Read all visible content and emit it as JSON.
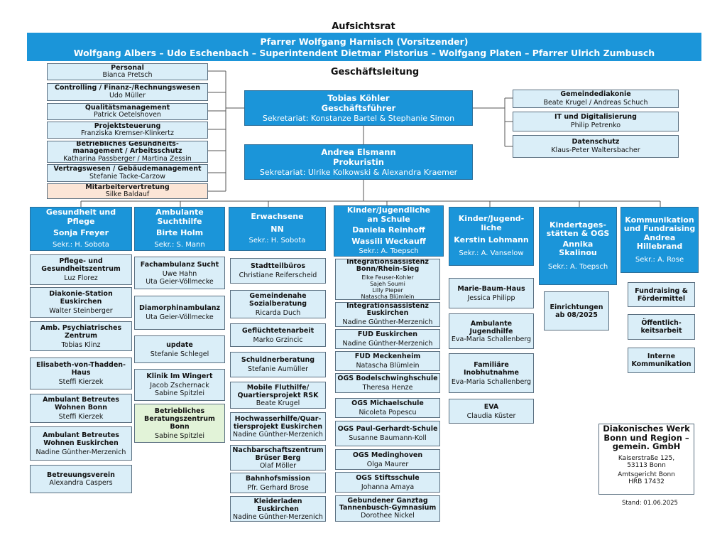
{
  "board": {
    "heading": "Aufsichtsrat",
    "line1": "Pfarrer Wolfgang Harnisch (Vorsitzender)",
    "line2": "Wolfgang Albers – Udo Eschenbach  – Superintendent Dietmar Pistorius – Wolfgang Platen – Pfarrer Ulrich Zumbusch"
  },
  "management": {
    "heading": "Geschäftsleitung",
    "ceo": {
      "name": "Tobias Köhler",
      "role": "Geschäftsführer",
      "office": "Sekretariat: Konstanze Bartel & Stephanie Simon"
    },
    "proc": {
      "name": "Andrea Elsmann",
      "role": "Prokuristin",
      "office": "Sekretariat: Ulrike Kolkowski & Alexandra Kraemer"
    }
  },
  "staff_left": [
    {
      "name": "Personal",
      "person": "Bianca Pretsch"
    },
    {
      "name": "Controlling / Finanz-/Rechnungswesen",
      "person": "Udo Müller"
    },
    {
      "name": "Qualitätsmanagement",
      "person": "Patrick Oetelshoven"
    },
    {
      "name": "Projektsteuerung",
      "person": "Franziska Kremser-Klinkertz"
    },
    {
      "name": "Betriebliches Gesundheits-management / Arbeitsschutz",
      "person": "Katharina Passberger / Martina Zessin"
    },
    {
      "name": "Vertragswesen / Gebäudemanagement",
      "person": "Stefanie Tacke-Carzow"
    },
    {
      "name": "Mitarbeitervertretung",
      "person": "Silke Baldauf"
    }
  ],
  "staff_right": [
    {
      "name": "Gemeindediakonie",
      "person": "Beate Krugel / Andreas Schuch"
    },
    {
      "name": "IT und Digitalisierung",
      "person": "Philip Petrenko"
    },
    {
      "name": "Datenschutz",
      "person": "Klaus-Peter Waltersbacher"
    }
  ],
  "columns": [
    {
      "title": [
        "Gesundheit und",
        "Pflege",
        "Sonja Freyer"
      ],
      "sekr": "Sekr.: H. Sobota",
      "items": [
        {
          "name": "Pflege- und Gesundheitszentrum",
          "person": "Luz Florez"
        },
        {
          "name": "Diakonie-Station Euskirchen",
          "person": "Walter Steinberger"
        },
        {
          "name": "Amb. Psychiatrisches Zentrum",
          "person": "Tobias Klinz"
        },
        {
          "name": "Elisabeth-von-Thadden-Haus",
          "person": "Steffi Kierzek"
        },
        {
          "name": "Ambulant Betreutes Wohnen Bonn",
          "person": "Steffi Kierzek"
        },
        {
          "name": "Ambulant Betreutes Wohnen Euskirchen",
          "person": "Nadine Günther-Merzenich"
        },
        {
          "name": "Betreuungsverein",
          "person": "Alexandra Caspers"
        }
      ]
    },
    {
      "title": [
        "Ambulante",
        "Suchthilfe",
        "Birte Holm"
      ],
      "sekr": "Sekr.: S. Mann",
      "items": [
        {
          "name": "Fachambulanz Sucht",
          "person": "Uwe Hahn",
          "person2": "Uta Geier-Völlmecke"
        },
        {
          "name": "Diamorphinambulanz",
          "person": "Uta Geier-Völlmecke"
        },
        {
          "name": "update",
          "person": "Stefanie Schlegel"
        },
        {
          "name": "Klinik Im Wingert",
          "person": "Jacob Zschernack",
          "person2": "Sabine Spitzlei"
        },
        {
          "name": "Betriebliches Beratungszentrum Bonn",
          "person": "Sabine Spitzlei"
        }
      ]
    },
    {
      "title": [
        "Erwachsene",
        "NN"
      ],
      "sekr": "Sekr.: H. Sobota",
      "items": [
        {
          "name": "Stadtteilbüros",
          "person": "Christiane Reiferscheid"
        },
        {
          "name": "Gemeindenahe Sozialberatung",
          "person": "Ricarda Duch"
        },
        {
          "name": "Geflüchtetenarbeit",
          "person": "Marko Grzincic"
        },
        {
          "name": "Schuldnerberatung",
          "person": "Stefanie Aumüller"
        },
        {
          "name": "Mobile Fluthilfe/ Quartiersprojekt RSK",
          "person": "Beate Krugel"
        },
        {
          "name": "Hochwasserhilfe/Quar-tiersprojekt Euskirchen",
          "person": "Nadine Günther-Merzenich"
        },
        {
          "name": "Nachbarschaftszentrum Brüser Berg",
          "person": "Olaf Möller"
        },
        {
          "name": "Bahnhofsmission",
          "person": "Pfr. Gerhard Brose"
        },
        {
          "name": "Kleiderladen Euskirchen",
          "person": "Nadine Günther-Merzenich"
        }
      ]
    },
    {
      "title": [
        "Kinder/Jugendliche",
        "an  Schule",
        "Daniela Reinhoff",
        "Wassili Weckauff"
      ],
      "sekr": "Sekr.: A. Toepsch",
      "items": [
        {
          "name": "Integrationsassistenz Bonn/Rhein-Sieg",
          "people": [
            "Elke Feuser-Kohler",
            "Sajeh Soumi",
            "Lilly Pieper",
            "Natascha Blümlein"
          ]
        },
        {
          "name": "Integrationsassistenz Euskirchen",
          "person": "Nadine Günther-Merzenich"
        },
        {
          "name": "FUD Euskirchen",
          "person": "Nadine Günther-Merzenich"
        },
        {
          "name": "FUD Meckenheim",
          "person": "Natascha Blümlein"
        },
        {
          "name": "OGS Bodelschwinghschule",
          "person": "Theresa Henze"
        },
        {
          "name": "OGS Michaelschule",
          "person": "Nicoleta Popescu"
        },
        {
          "name": "OGS Paul-Gerhardt-Schule",
          "person": "Susanne Baumann-Koll"
        },
        {
          "name": "OGS Medinghoven",
          "person": "Olga Maurer"
        },
        {
          "name": "OGS Stiftsschule",
          "person": "Johanna Amaya"
        },
        {
          "name": "Gebundener Ganztag Tannenbusch-Gymnasium",
          "person": "Dorothee Nickel"
        }
      ]
    },
    {
      "title": [
        "Kinder/Jugend-",
        "liche",
        "Kerstin Lohmann"
      ],
      "sekr": "Sekr.: A. Vanselow",
      "items": [
        {
          "name": "Marie-Baum-Haus",
          "person": "Jessica Philipp"
        },
        {
          "name": "Ambulante Jugendhilfe",
          "person": "Eva-Maria Schallenberg"
        },
        {
          "name": "Familiäre Inobhutnahme",
          "person": "Eva-Maria Schallenberg"
        },
        {
          "name": "EVA",
          "person": "Claudia Küster"
        }
      ]
    },
    {
      "title": [
        "Kindertages-",
        "stätten & OGS",
        "Annika",
        "Skalinou"
      ],
      "sekr": "Sekr.: A. Toepsch",
      "items": [
        {
          "name": "Einrichtungen ab 08/2025"
        }
      ]
    },
    {
      "title": [
        "Kommunikation",
        "und Fundraising",
        "Andrea",
        "Hillebrand"
      ],
      "sekr": "Sekr.: A. Rose",
      "items": [
        {
          "name": "Fundraising & Fördermittel"
        },
        {
          "name": "Öffentlich-keitsarbeit"
        },
        {
          "name": "Interne Kommunikation"
        }
      ]
    }
  ],
  "org": {
    "name": "Diakonisches Werk Bonn und Region – gemein. GmbH",
    "address1": "Kaiserstraße 125,",
    "address2": "53113 Bonn",
    "court1": "Amtsgericht Bonn",
    "court2": "HRB 17432"
  },
  "stand": "Stand: 01.06.2025"
}
